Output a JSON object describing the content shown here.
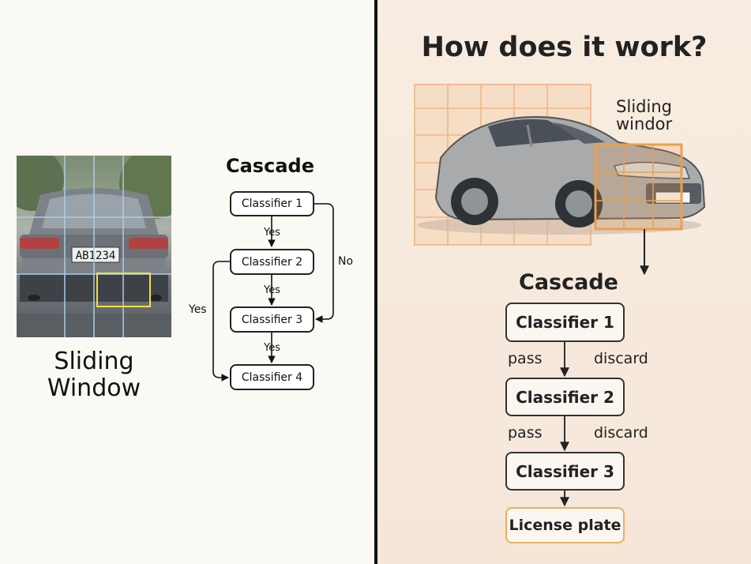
{
  "left": {
    "sliding_window_label_line1": "Sliding",
    "sliding_window_label_line2": "Window",
    "plate_text": "AB1234",
    "cascade_title": "Cascade",
    "nodes": [
      "Classifier 1",
      "Classifier 2",
      "Classifier 3",
      "Classifier 4"
    ],
    "edge_yes_1": "Yes",
    "edge_yes_2": "Yes",
    "edge_yes_3": "Yes",
    "edge_no": "No",
    "edge_yes_skip": "Yes"
  },
  "right": {
    "title": "How does it work?",
    "sliding_label_line1": "Sliding",
    "sliding_label_line2": "windor",
    "cascade_title": "Cascade",
    "nodes": [
      "Classifier 1",
      "Classifier 2",
      "Classifier 3"
    ],
    "pass_1": "pass",
    "discard_1": "discard",
    "pass_2": "pass",
    "discard_2": "discard",
    "output": "License plate"
  },
  "colors": {
    "grid": "#f0b98a",
    "window_orange": "#e8a050",
    "window_yellow": "#f2e23a",
    "output_border": "#e8b060"
  }
}
